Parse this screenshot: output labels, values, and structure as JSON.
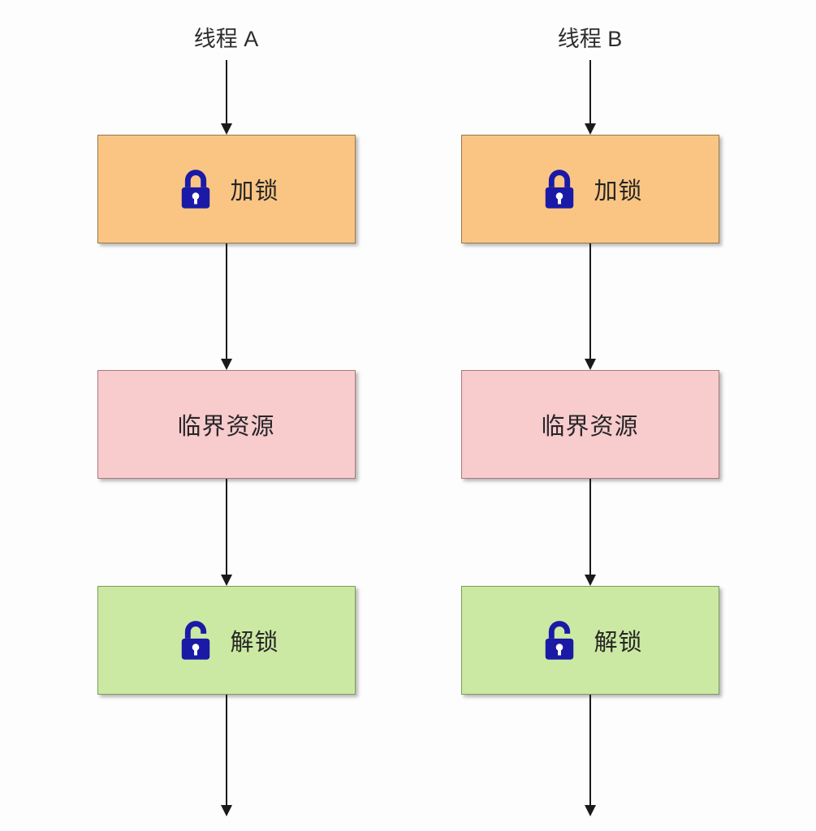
{
  "diagram": {
    "columns": [
      {
        "title": "线程 A",
        "nodes": [
          {
            "label": "加锁",
            "icon": "padlock-closed-icon",
            "type": "lock"
          },
          {
            "label": "临界资源",
            "icon": "",
            "type": "resource"
          },
          {
            "label": "解锁",
            "icon": "padlock-open-icon",
            "type": "unlock"
          }
        ]
      },
      {
        "title": "线程 B",
        "nodes": [
          {
            "label": "加锁",
            "icon": "padlock-closed-icon",
            "type": "lock"
          },
          {
            "label": "临界资源",
            "icon": "",
            "type": "resource"
          },
          {
            "label": "解锁",
            "icon": "padlock-open-icon",
            "type": "unlock"
          }
        ]
      }
    ],
    "colors": {
      "lock_box_fill": "#FAC583",
      "resource_box_fill": "#F8CBCD",
      "unlock_box_fill": "#CCE9A3",
      "padlock_icon": "#1A1AA6",
      "arrow": "#1a1a1a",
      "text": "#262626",
      "background": "#fdfdfd"
    }
  }
}
